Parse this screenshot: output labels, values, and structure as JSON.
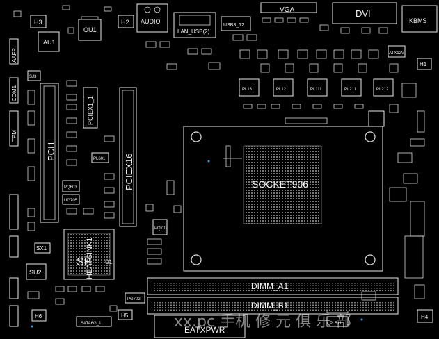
{
  "board": {
    "labels": {
      "h3": "H3",
      "h2": "H2",
      "h1": "H1",
      "h4": "H4",
      "h5": "H5",
      "h6": "H6",
      "ou1": "OU1",
      "au1": "AU1",
      "audio": "AUDIO",
      "lan_usb": "LAN_USB(2)",
      "usb": "USB3_12",
      "vga": "VGA",
      "dvi": "DVI",
      "kbms": "KBMS",
      "atx12v": "ATX12V",
      "aafp": "AAFP",
      "com": "COM1",
      "tpm": "TPM",
      "sj3": "SJ3",
      "pci1": "PCI1",
      "pciex1": "PCIEX1_1",
      "pciex16": "PCIEX16",
      "pl601": "PL601",
      "pq603": "PQ603",
      "ug705": "UG705",
      "sb": "SB",
      "heatsink": "HEATSINK1",
      "u1": "U1",
      "sx1": "SX1",
      "su2": "SU2",
      "pg702": "PG702",
      "pq702": "PQ702",
      "socket": "SOCKET906",
      "pl131": "PL131",
      "pl121": "PL121",
      "pl111": "PL111",
      "pl211": "PL211",
      "pl212": "PL212",
      "dimm_a1": "DIMM_A1",
      "dimm_b1": "DIMM_B1",
      "eatxpwr": "EATXPWR",
      "sata": "SATA6G_1",
      "pl511": "PL511"
    },
    "watermark": "xx.pc 手机 修 元 俱 乐 部",
    "colors": {
      "background": "#000000",
      "silkscreen": "#e8e8e8",
      "via": "#3a9be0"
    }
  }
}
